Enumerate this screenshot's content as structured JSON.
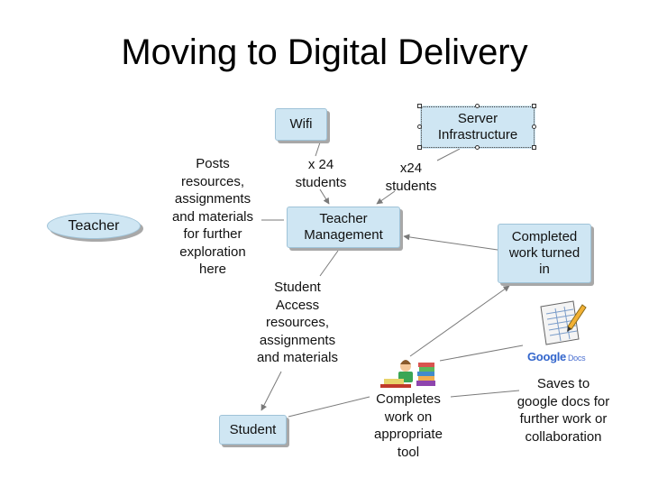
{
  "title": "Moving to Digital Delivery",
  "nodes": {
    "wifi": "Wifi",
    "server": "Server Infrastructure",
    "teacher": "Teacher",
    "teacher_management": "Teacher Management",
    "completed_work": "Completed work turned in",
    "student": "Student"
  },
  "labels": {
    "posts_resources": "Posts resources, assignments and materials for further exploration here",
    "wifi_students": "x 24 students",
    "server_students": "x24 students",
    "student_access": "Student Access resources, assignments and materials",
    "completes_work": "Completes work on appropriate tool",
    "saves_to": "Saves to google docs for further work or collaboration"
  },
  "logo": {
    "google": "Google",
    "docs": "Docs"
  },
  "colors": {
    "node_fill": "#cfe6f3",
    "node_border": "#9fc3d8",
    "arrow": "#7a7a7a"
  }
}
